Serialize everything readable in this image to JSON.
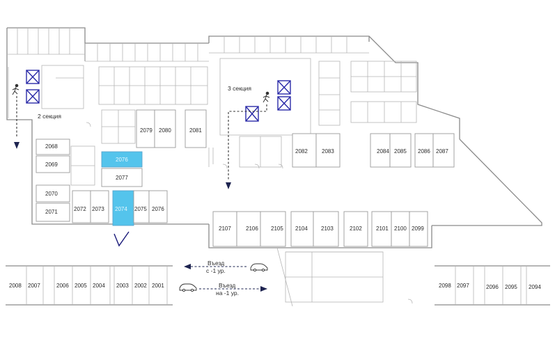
{
  "colors": {
    "highlight": "#54c4ec",
    "wall": "#8a8a8a",
    "lift": "#2a2aa8",
    "arrow": "#1e2450",
    "checkmark": "#1a1a7a"
  },
  "sections": {
    "section2": "2 секция",
    "section3": "3 секция"
  },
  "exits": {
    "exit_from": {
      "line1": "Въезд",
      "line2": "с -1 ур."
    },
    "exit_to": {
      "line1": "Въезд",
      "line2": "на -1 ур."
    }
  },
  "spaces": {
    "s2068": "2068",
    "s2069": "2069",
    "s2070": "2070",
    "s2071": "2071",
    "s2072": "2072",
    "s2073": "2073",
    "s2074": "2074",
    "s2075": "2075",
    "s2076": "2076",
    "s2076b": "2076",
    "s2077": "2077",
    "s2079": "2079",
    "s2080": "2080",
    "s2081": "2081",
    "s2082": "2082",
    "s2083": "2083",
    "s2084": "2084",
    "s2085": "2085",
    "s2086": "2086",
    "s2087": "2087",
    "s2099": "2099",
    "s2100": "2100",
    "s2101": "2101",
    "s2102": "2102",
    "s2103": "2103",
    "s2104": "2104",
    "s2105": "2105",
    "s2106": "2106",
    "s2107": "2107",
    "s2008": "2008",
    "s2007": "2007",
    "s2006": "2006",
    "s2005": "2005",
    "s2004": "2004",
    "s2003": "2003",
    "s2002": "2002",
    "s2001": "2001",
    "s2098": "2098",
    "s2097": "2097",
    "s2096": "2096",
    "s2095": "2095",
    "s2094": "2094"
  },
  "icons": {
    "lift": "elevator-icon",
    "walker": "pedestrian-icon",
    "car": "car-icon",
    "check": "checkmark-icon"
  }
}
